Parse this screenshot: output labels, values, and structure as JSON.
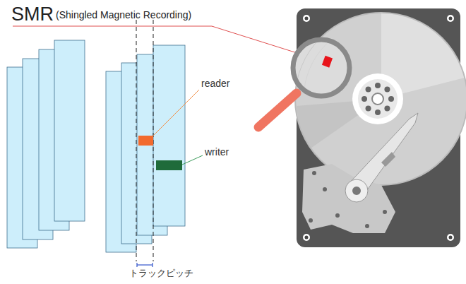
{
  "diagram": {
    "title": "SMR",
    "labels": [
      "(Shingled Magnetic Recording)",
      "reader",
      "writer",
      "トラックピッチ"
    ]
  }
}
